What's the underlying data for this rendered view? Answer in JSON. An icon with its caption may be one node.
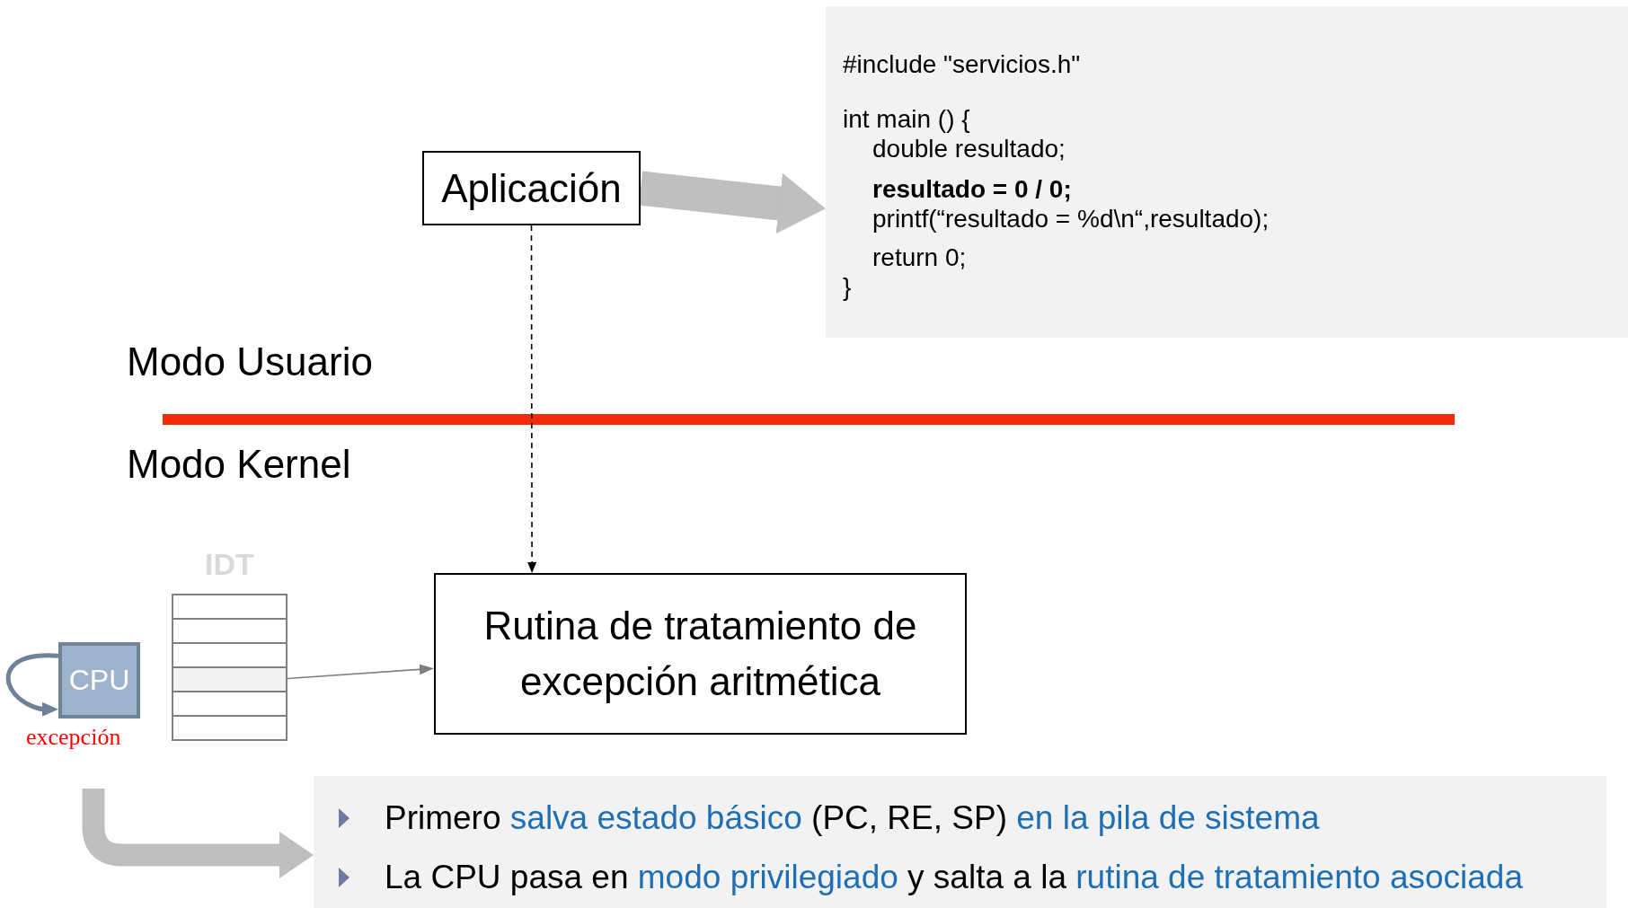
{
  "diagram": {
    "nodes": [
      {
        "text": [
          "Aplicación"
        ]
      },
      {
        "text": [
          "#include \"servicios.h\"",
          "int main () {",
          "double resultado;",
          "**resultado = 0 / 0;**",
          "printf(“resultado = %d\\n“,resultado);",
          "return 0;",
          "}"
        ]
      },
      {
        "text": [
          "Rutina de tratamiento de excepción aritmética"
        ]
      },
      {
        "text": [
          "CPU"
        ],
        "beside": [
          "excepción"
        ]
      },
      {
        "text": [
          "IDT"
        ]
      },
      {
        "text": [
          "Primero *salva estado básico* (PC, RE, SP) *en la pila de sistema*",
          "La CPU pasa en *modo privilegiado* y salta a la *rutina de tratamiento asociada*"
        ]
      }
    ],
    "edges": [
      {
        "from": 0,
        "to": 1,
        "arrow": "to",
        "style": "thick",
        "color": "#bfbfbf"
      },
      {
        "from": 0,
        "to": 2,
        "arrow": "to",
        "style": "dashed",
        "color": "#000000"
      },
      {
        "from": 4,
        "to": 2,
        "arrow": "to",
        "color": "#808080"
      },
      {
        "from": 3,
        "to": 3,
        "arrow": "to",
        "color": "#6f8298"
      },
      {
        "from": null,
        "to": 5,
        "arrow": "to",
        "style": "thick",
        "color": "#bfbfbf"
      }
    ],
    "labels": [
      "Modo Usuario",
      "Modo Kernel"
    ]
  }
}
